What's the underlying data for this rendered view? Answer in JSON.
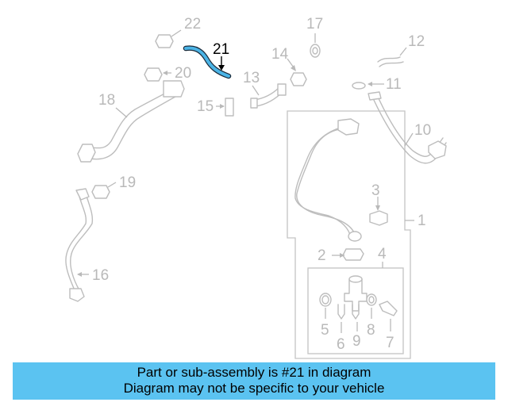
{
  "diagram": {
    "highlighted_part": "21",
    "highlight_color": "#4bb4e6",
    "callouts": [
      {
        "id": "1",
        "label": "1"
      },
      {
        "id": "2",
        "label": "2"
      },
      {
        "id": "3",
        "label": "3"
      },
      {
        "id": "4",
        "label": "4"
      },
      {
        "id": "5",
        "label": "5"
      },
      {
        "id": "6",
        "label": "6"
      },
      {
        "id": "7",
        "label": "7"
      },
      {
        "id": "8",
        "label": "8"
      },
      {
        "id": "9",
        "label": "9"
      },
      {
        "id": "10",
        "label": "10"
      },
      {
        "id": "11",
        "label": "11"
      },
      {
        "id": "12",
        "label": "12"
      },
      {
        "id": "13",
        "label": "13"
      },
      {
        "id": "14",
        "label": "14"
      },
      {
        "id": "15",
        "label": "15"
      },
      {
        "id": "16",
        "label": "16"
      },
      {
        "id": "17",
        "label": "17"
      },
      {
        "id": "18",
        "label": "18"
      },
      {
        "id": "19",
        "label": "19"
      },
      {
        "id": "20",
        "label": "20"
      },
      {
        "id": "21",
        "label": "21"
      },
      {
        "id": "22",
        "label": "22"
      }
    ]
  },
  "banner": {
    "line1": "Part or sub-assembly is #21 in diagram",
    "line2": "Diagram may not be specific to your vehicle",
    "background": "#5bc3f1"
  }
}
